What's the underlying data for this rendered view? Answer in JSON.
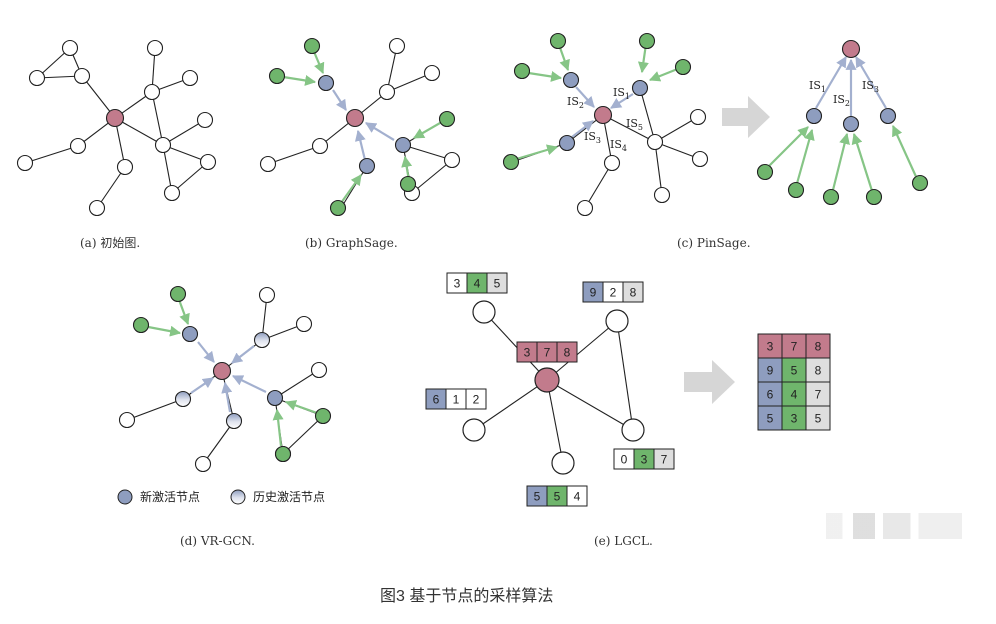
{
  "captions": {
    "a": "(a) 初始图.",
    "b": "(b) GraphSage.",
    "c": "(c) PinSage.",
    "d": "(d) VR-GCN.",
    "e": "(e) LGCL."
  },
  "is_labels": {
    "is1": "IS",
    "is1_sub": "1",
    "is2": "IS",
    "is2_sub": "2",
    "is3": "IS",
    "is3_sub": "3",
    "is4": "IS",
    "is4_sub": "4",
    "is5": "IS",
    "is5_sub": "5"
  },
  "legend": {
    "new": "新激活节点",
    "history": "历史激活节点"
  },
  "lgcl": {
    "boxes": {
      "top_left": [
        "3",
        "4",
        "5"
      ],
      "top_right": [
        "9",
        "2",
        "8"
      ],
      "center": [
        "3",
        "7",
        "8"
      ],
      "left": [
        "6",
        "1",
        "2"
      ],
      "right": [
        "0",
        "3",
        "7"
      ],
      "bottom": [
        "5",
        "5",
        "4"
      ]
    },
    "matrix": [
      [
        "3",
        "7",
        "8"
      ],
      [
        "9",
        "5",
        "8"
      ],
      [
        "6",
        "4",
        "7"
      ],
      [
        "5",
        "3",
        "5"
      ]
    ]
  },
  "figure_caption": "图3 基于节点的采样算法",
  "colors": {
    "target": "#c27b8c",
    "sampled": "#8e9dbf",
    "neighbor": "#6fb56c",
    "history_top": "#8e9dbf",
    "plain": "#ffffff",
    "arrow_blue": "#a3b0cf",
    "arrow_green": "#86c586",
    "big_arrow": "#d6d6d6",
    "cell_gray": "#dedede"
  }
}
